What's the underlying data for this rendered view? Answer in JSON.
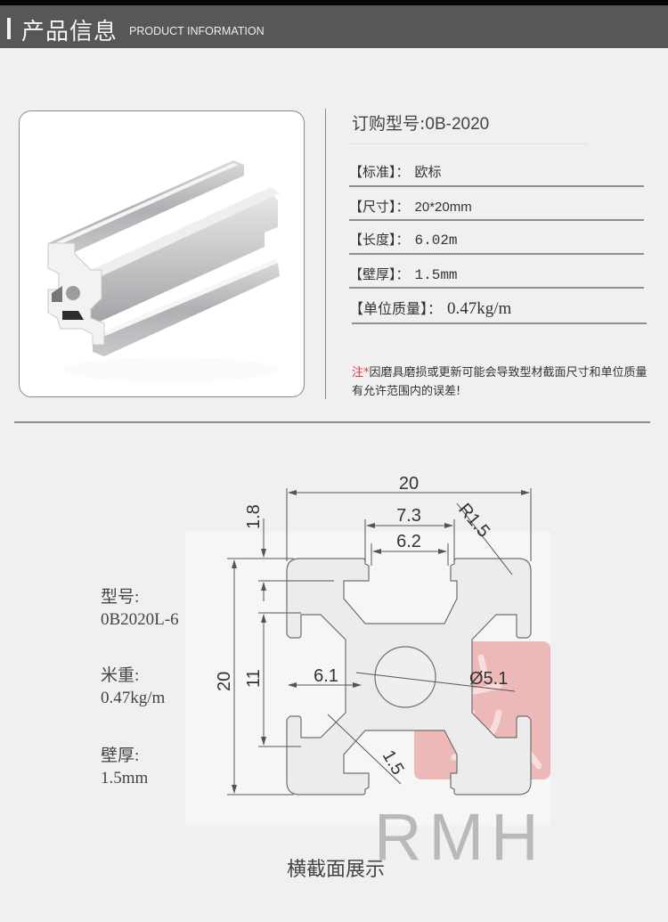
{
  "header": {
    "title": "产品信息",
    "subtitle": "PRODUCT INFORMATION"
  },
  "product_image": {
    "alt": "aluminum extrusion profile 2020"
  },
  "specs": {
    "order_model_label": "订购型号:",
    "order_model_value": "0B-2020",
    "rows": [
      {
        "key": "【标准】：",
        "value": "欧标"
      },
      {
        "key": "【尺寸】：",
        "value": "20*20mm"
      },
      {
        "key": "【长度】：",
        "value": "6.02m"
      },
      {
        "key": "【壁厚】：",
        "value": "1.5mm"
      },
      {
        "key": "【单位质量】：",
        "value": "0.47kg/m"
      }
    ],
    "note_prefix": "注*",
    "note_text": "因磨具磨损或更新可能会导致型材截面尺寸和单位质量有允许范围内的误差!"
  },
  "drawing": {
    "labels": [
      {
        "title": "型号:",
        "value": "0B2020L-6"
      },
      {
        "title": "米重:",
        "value": "0.47kg/m"
      },
      {
        "title": "壁厚:",
        "value": "1.5mm"
      }
    ],
    "dimensions": {
      "overall_width": "20",
      "overall_height": "20",
      "slot_outer": "7.3",
      "slot_inner": "6.2",
      "lip": "1.8",
      "inner_height": "11",
      "depth": "6.1",
      "bore": "Ø5.1",
      "radius": "R1.5",
      "wall": "1.5"
    },
    "watermark": "RMH",
    "caption": "横截面展示",
    "colors": {
      "stamp": "#e9a3a3",
      "line": "#6f6f6f",
      "watermark": "#b9b9b9"
    }
  }
}
